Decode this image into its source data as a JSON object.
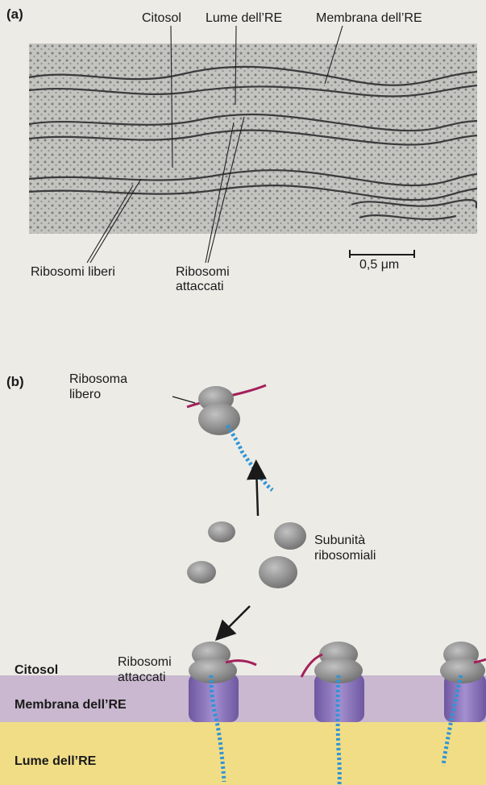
{
  "panel_a": {
    "letter": "(a)",
    "labels": {
      "citosol": "Citosol",
      "lume": "Lume dell’RE",
      "membrana": "Membrana dell’RE",
      "ribosomi_liberi": "Ribosomi liberi",
      "ribosomi_attaccati_1": "Ribosomi",
      "ribosomi_attaccati_2": "attaccati",
      "scale_bar": "0,5 μm"
    }
  },
  "panel_b": {
    "letter": "(b)",
    "labels": {
      "ribosoma_libero_1": "Ribosoma",
      "ribosoma_libero_2": "libero",
      "subunita_1": "Subunità",
      "subunita_2": "ribosomiali",
      "ribosomi_attaccati_1": "Ribosomi",
      "ribosomi_attaccati_2": "attaccati",
      "citosol": "Citosol",
      "membrana": "Membrana dell’RE",
      "lume": "Lume dell’RE"
    }
  },
  "colors": {
    "cytosol": "#ecebe6",
    "membrane": "#c9b8cf",
    "lumen": "#f1dd86",
    "ribosome": "#8d8d8d",
    "translocon": "#8b74b5",
    "mrna": "#a3205a",
    "protein": "#2f95d6"
  }
}
